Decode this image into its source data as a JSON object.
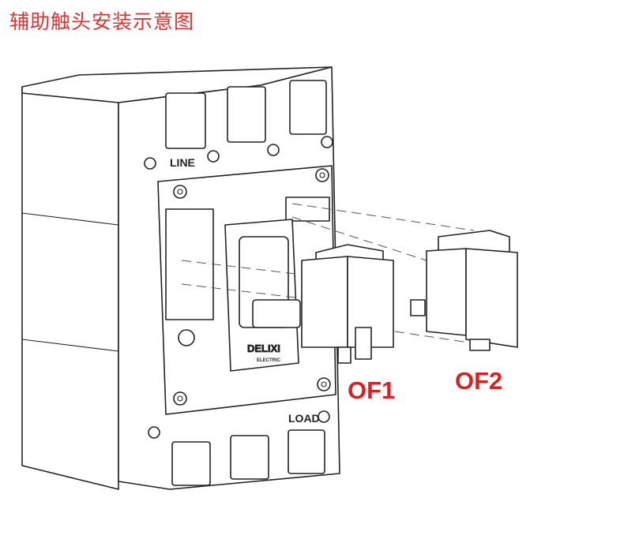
{
  "title": "辅助触头安装示意图",
  "breaker": {
    "line_label": "LINE",
    "load_label": "LOAD",
    "brand": "DELIXI",
    "brand_sub": "ELECTRIC"
  },
  "accessories": {
    "of1_label": "OF1",
    "of2_label": "OF2"
  },
  "colors": {
    "title": "#e0312f",
    "labels": "#d42325"
  }
}
